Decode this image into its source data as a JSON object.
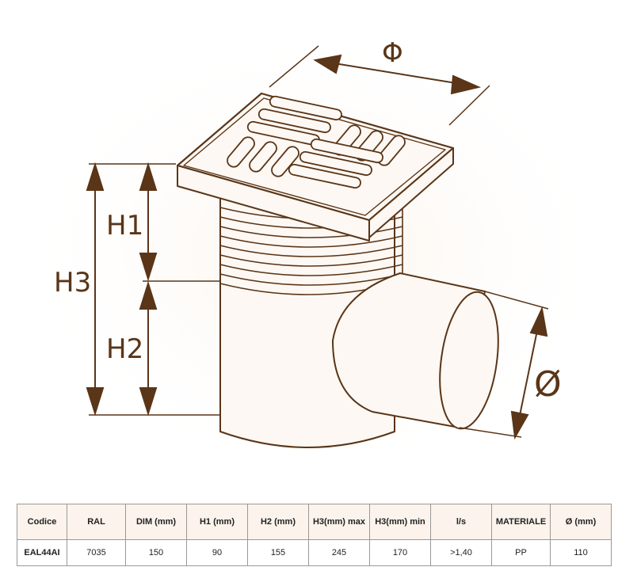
{
  "diagram": {
    "labels": {
      "width_symbol": "Φ",
      "h1": "H1",
      "h2": "H2",
      "h3": "H3",
      "outlet_symbol": "Ø"
    },
    "colors": {
      "outline": "#5a3518",
      "fill": "#fdf8f3",
      "arrow": "#5a3518"
    }
  },
  "table": {
    "headers": [
      "Codice",
      "RAL",
      "DIM (mm)",
      "H1 (mm)",
      "H2 (mm)",
      "H3(mm) max",
      "H3(mm) min",
      "l/s",
      "MATERIALE",
      "Ø (mm)"
    ],
    "rows": [
      [
        "EAL44AI",
        "7035",
        "150",
        "90",
        "155",
        "245",
        "170",
        ">1,40",
        "PP",
        "110"
      ]
    ]
  }
}
